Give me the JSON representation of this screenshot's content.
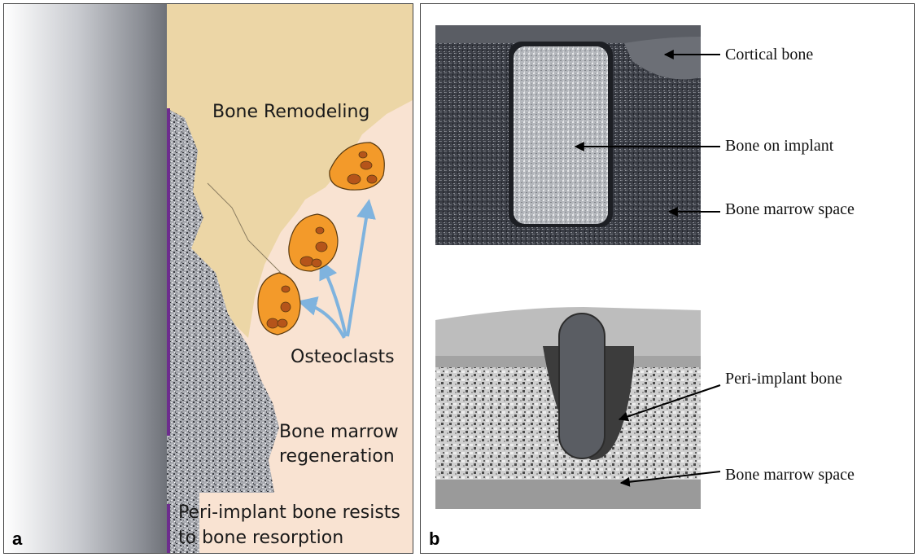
{
  "panel_a": {
    "letter": "a",
    "labels": {
      "bone_remodeling": "Bone Remodeling",
      "osteoclasts": "Osteoclasts",
      "marrow_line1": "Bone marrow",
      "marrow_line2": "regeneration",
      "resist_line1": "Peri-implant bone resists",
      "resist_line2": "to bone resorption"
    }
  },
  "panel_b": {
    "letter": "b",
    "top_labels": {
      "cortical": "Cortical bone",
      "bone_on_implant": "Bone on implant",
      "marrow_space": "Bone marrow space"
    },
    "bottom_labels": {
      "peri_implant": "Peri-implant bone",
      "marrow_space": "Bone marrow space"
    }
  },
  "colors": {
    "implant_dark": "#7d8088",
    "bone_tan": "#ecd6a6",
    "marrow_pink": "#f9e3d2",
    "osteoclast_orange": "#f39a2a",
    "arrow_blue": "#7fb3de",
    "membrane_purple": "#6d2c8e"
  }
}
